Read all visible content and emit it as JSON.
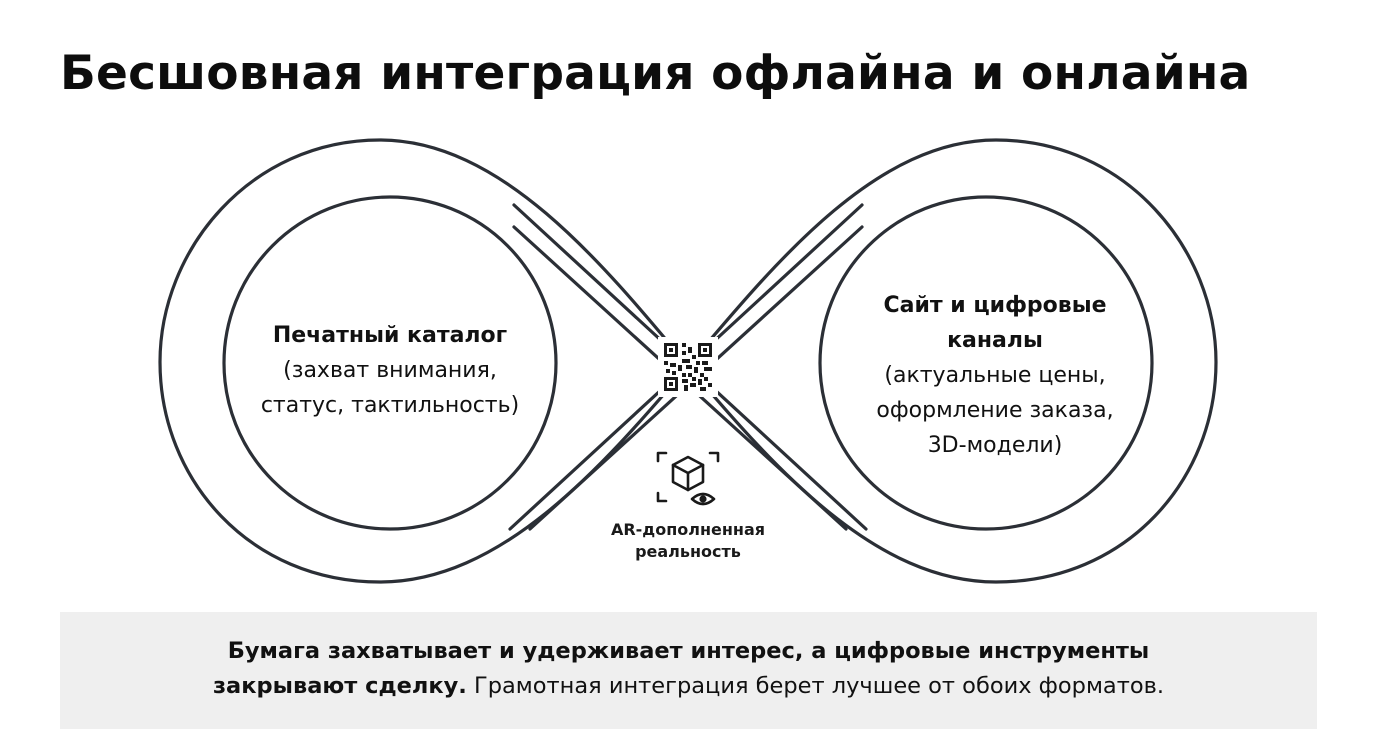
{
  "title": "Бесшовная интеграция офлайна и онлайна",
  "left_node": {
    "heading": "Печатный каталог",
    "details": [
      "(захват внимания,",
      "статус, тактильность)"
    ]
  },
  "right_node": {
    "heading": [
      "Сайт и цифровые",
      "каналы"
    ],
    "details": [
      "(актуальные цены,",
      "оформление заказа,",
      "3D-модели)"
    ]
  },
  "center": {
    "qr_icon": "qr-code-icon",
    "ar_icon": "ar-cube-eye-icon",
    "ar_label": [
      "AR-дополненная",
      "реальность"
    ]
  },
  "summary": {
    "bold_line1": "Бумага захватывает и удерживает интерес, а цифровые инструменты",
    "bold_line2": "закрывают сделку.",
    "regular_line2": " Грамотная интеграция берет лучшее от обоих форматов."
  },
  "colors": {
    "stroke": "#2b2f36",
    "summary_background": "#efefef",
    "text": "#111111"
  }
}
